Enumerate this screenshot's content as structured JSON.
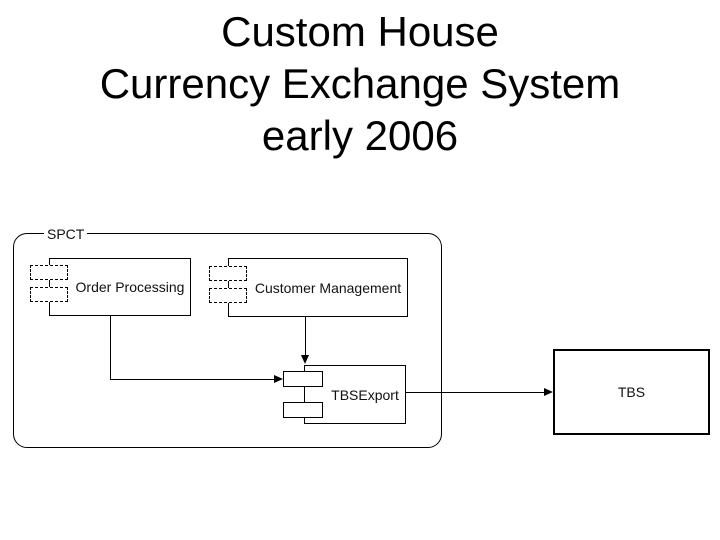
{
  "slide": {
    "title_lines": [
      "Custom House",
      "Currency Exchange System",
      "early 2006"
    ]
  },
  "diagram": {
    "system_boundary": {
      "label": "SPCT"
    },
    "components": [
      {
        "label": "Order Processing"
      },
      {
        "label": "Customer Management"
      },
      {
        "label": "TBSExport"
      }
    ],
    "external_systems": [
      {
        "label": "TBS"
      }
    ],
    "connections": [
      {
        "from": "Order Processing",
        "to": "TBSExport",
        "style": "solid-arrow"
      },
      {
        "from": "Customer Management",
        "to": "TBSExport",
        "style": "solid-arrow"
      },
      {
        "from": "TBSExport",
        "to": "TBS",
        "style": "solid-arrow"
      }
    ],
    "colors": {
      "line": "#000000",
      "text": "#111111",
      "background": "#ffffff"
    }
  }
}
